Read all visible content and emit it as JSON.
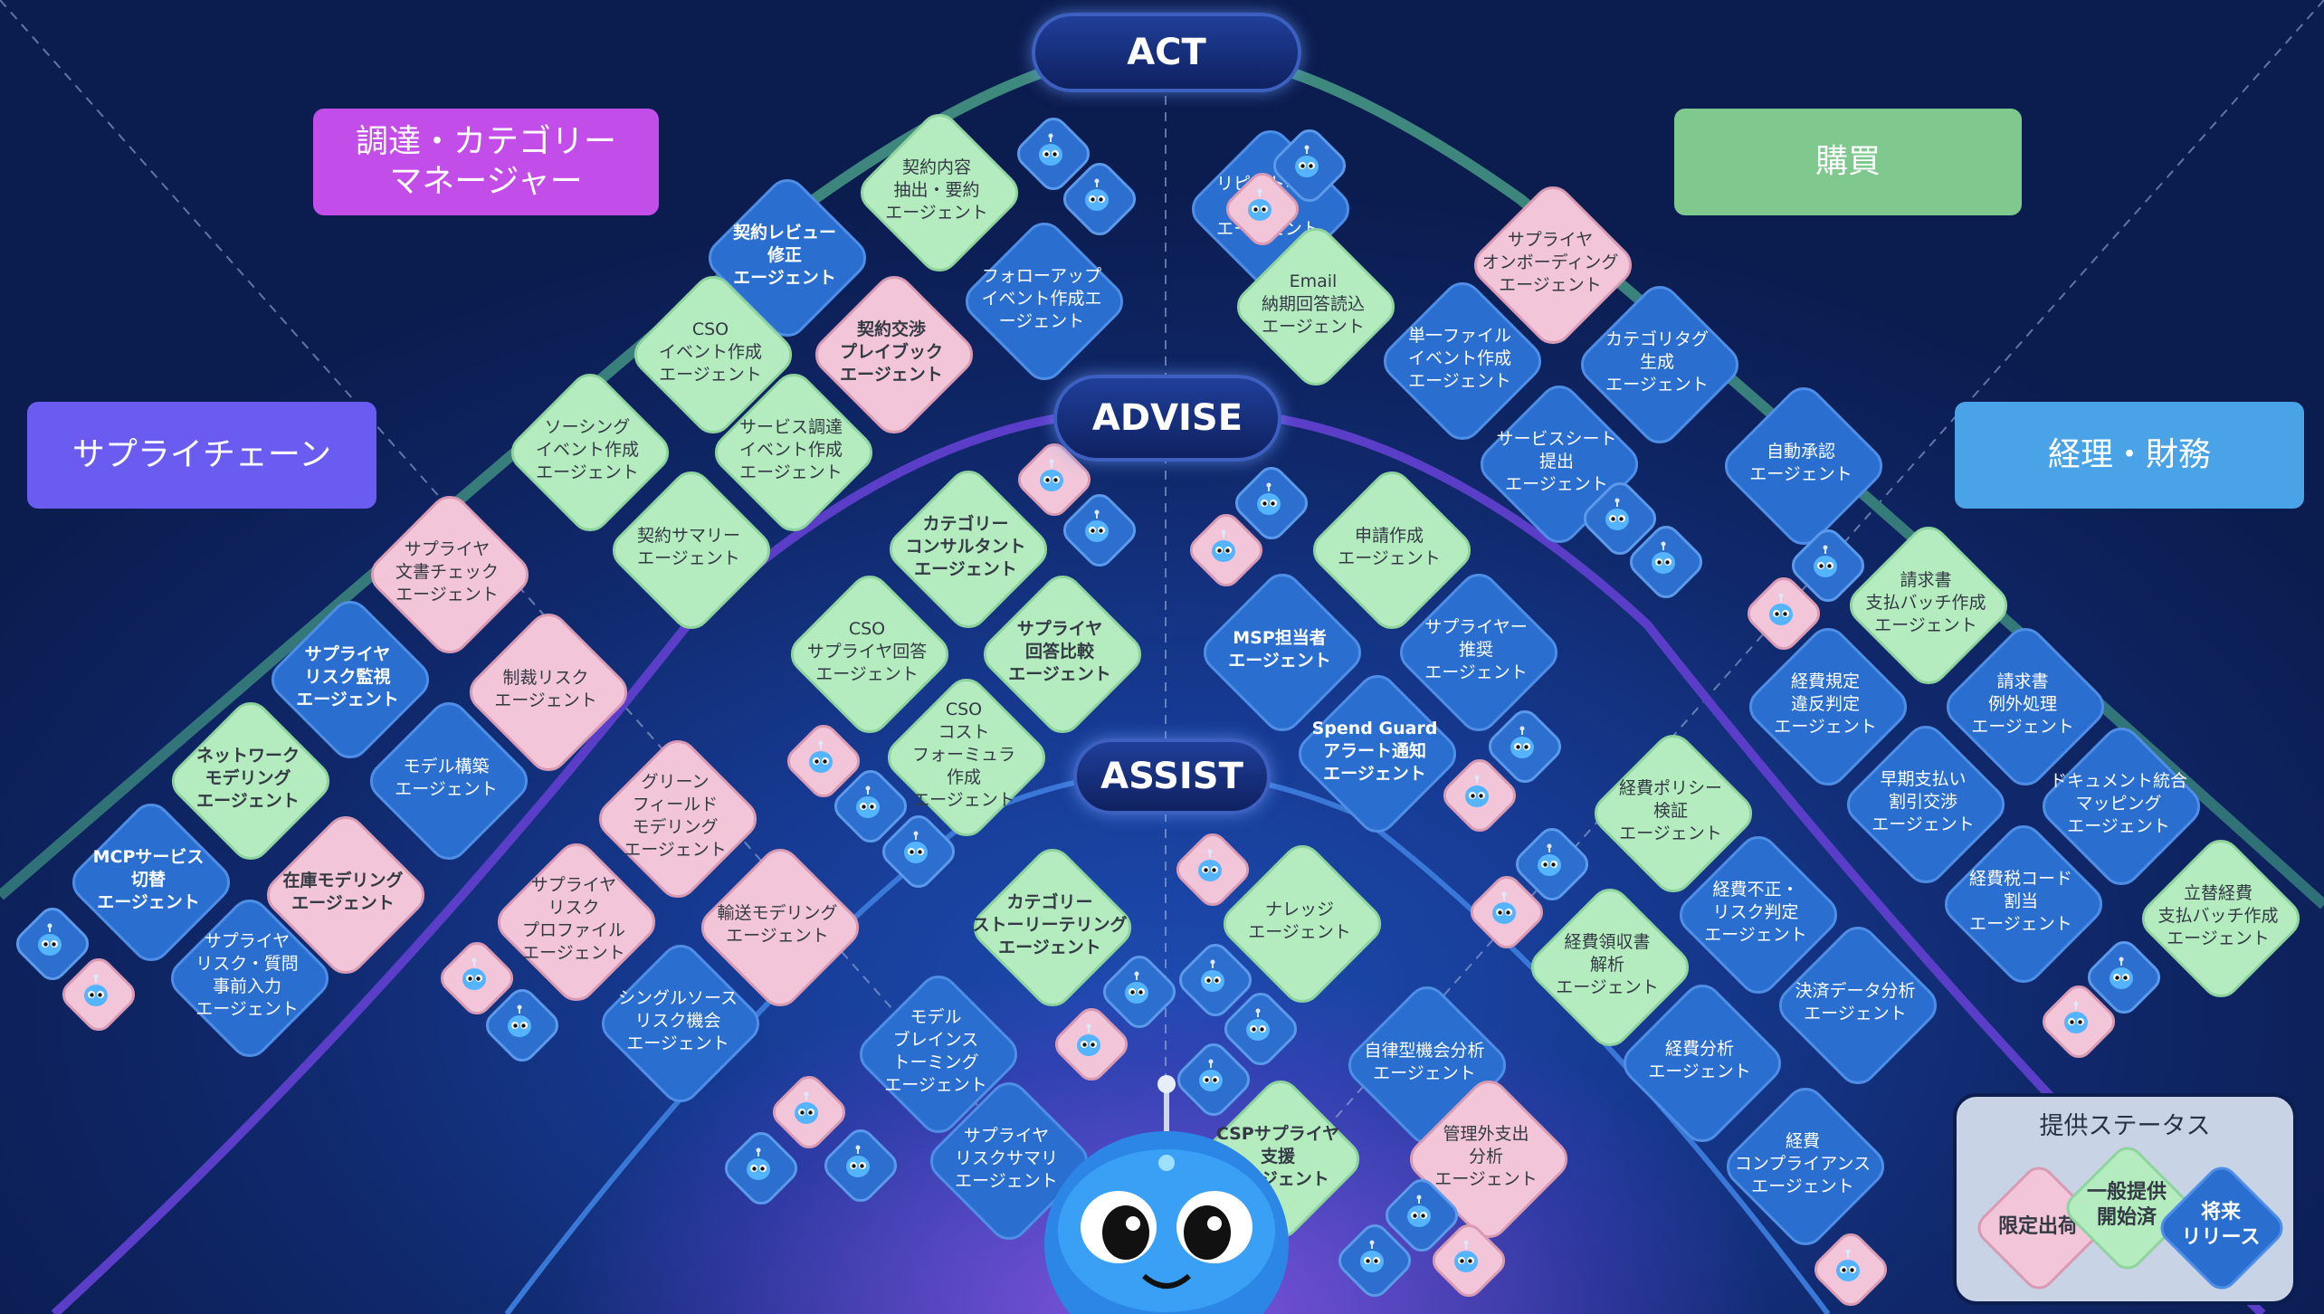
{
  "tiers": {
    "act": "ACT",
    "advise": "ADVISE",
    "assist": "ASSIST"
  },
  "categories": {
    "procurement_category_manager": "調達・カテゴリー\nマネージャー",
    "purchasing": "購買",
    "supply_chain": "サプライチェーン",
    "finance_accounting": "経理・財務"
  },
  "colors": {
    "limited_release": "#f2c6d8",
    "general_availability": "#b4ecc0",
    "future_release": "#2a6fd0",
    "category_procurement": "#c34de8",
    "category_purchasing": "#7fc98f",
    "category_supply_chain": "#6a5cf0",
    "category_finance": "#4aa3e6"
  },
  "legend": {
    "title": "提供ステータス",
    "limited": "限定出荷",
    "general": "一般提供\n開始済",
    "future": "将来\nリリース"
  },
  "agents": [
    {
      "name": "契約内容\n抽出・要約\nエージェント",
      "status": "green"
    },
    {
      "name": "契約レビュー\n修正\nエージェント",
      "status": "blue"
    },
    {
      "name": "フォローアップ\nイベント作成エ\nージェント",
      "status": "blue"
    },
    {
      "name": "CSO\nイベント作成\nエージェント",
      "status": "green"
    },
    {
      "name": "契約交渉\nプレイブック\nエージェント",
      "status": "pink"
    },
    {
      "name": "ソーシング\nイベント作成\nエージェント",
      "status": "green"
    },
    {
      "name": "サービス調達\nイベント作成\nエージェント",
      "status": "green"
    },
    {
      "name": "契約サマリー\nエージェント",
      "status": "green"
    },
    {
      "name": "リピート申請\n作成\nエージェント",
      "status": "blue"
    },
    {
      "name": "Email\n納期回答読込\nエージェント",
      "status": "green"
    },
    {
      "name": "サプライヤ\nオンボーディング\nエージェント",
      "status": "pink"
    },
    {
      "name": "単一ファイル\nイベント作成\nエージェント",
      "status": "blue"
    },
    {
      "name": "カテゴリタグ\n生成\nエージェント",
      "status": "blue"
    },
    {
      "name": "サービスシート\n提出\nエージェント",
      "status": "blue"
    },
    {
      "name": "自動承認\nエージェント",
      "status": "blue"
    },
    {
      "name": "カテゴリー\nコンサルタント\nエージェント",
      "status": "green"
    },
    {
      "name": "CSO\nサプライヤ回答\nエージェント",
      "status": "green"
    },
    {
      "name": "サプライヤ\n回答比較\nエージェント",
      "status": "green"
    },
    {
      "name": "CSO\nコスト\nフォーミュラ\n作成\nエージェント",
      "status": "green"
    },
    {
      "name": "申請作成\nエージェント",
      "status": "green"
    },
    {
      "name": "MSP担当者\nエージェント",
      "status": "blue"
    },
    {
      "name": "サプライヤー\n推奨\nエージェント",
      "status": "blue"
    },
    {
      "name": "Spend Guard\nアラート通知\nエージェント",
      "status": "blue"
    },
    {
      "name": "サプライヤ\n文書チェック\nエージェント",
      "status": "pink"
    },
    {
      "name": "サプライヤ\nリスク監視\nエージェント",
      "status": "blue"
    },
    {
      "name": "制裁リスク\nエージェント",
      "status": "pink"
    },
    {
      "name": "ネットワーク\nモデリング\nエージェント",
      "status": "green"
    },
    {
      "name": "モデル構築\nエージェント",
      "status": "blue"
    },
    {
      "name": "MCPサービス\n切替\nエージェント",
      "status": "blue"
    },
    {
      "name": "在庫モデリング\nエージェント",
      "status": "pink"
    },
    {
      "name": "サプライヤ\nリスク・質問\n事前入力\nエージェント",
      "status": "blue"
    },
    {
      "name": "グリーン\nフィールド\nモデリング\nエージェント",
      "status": "pink"
    },
    {
      "name": "サプライヤ\nリスク\nプロファイル\nエージェント",
      "status": "pink"
    },
    {
      "name": "輸送モデリング\nエージェント",
      "status": "pink"
    },
    {
      "name": "シングルソース\nリスク機会\nエージェント",
      "status": "blue"
    },
    {
      "name": "請求書\n支払バッチ作成\nエージェント",
      "status": "green"
    },
    {
      "name": "経費規定\n違反判定\nエージェント",
      "status": "blue"
    },
    {
      "name": "請求書\n例外処理\nエージェント",
      "status": "blue"
    },
    {
      "name": "早期支払い\n割引交渉\nエージェント",
      "status": "blue"
    },
    {
      "name": "ドキュメント統合\nマッピング\nエージェント",
      "status": "blue"
    },
    {
      "name": "経費税コード\n割当\nエージェント",
      "status": "blue"
    },
    {
      "name": "立替経費\n支払バッチ作成\nエージェント",
      "status": "green"
    },
    {
      "name": "経費ポリシー\n検証\nエージェント",
      "status": "green"
    },
    {
      "name": "経費不正・\nリスク判定\nエージェント",
      "status": "blue"
    },
    {
      "name": "経費領収書\n解析\nエージェント",
      "status": "green"
    },
    {
      "name": "決済データ分析\nエージェント",
      "status": "blue"
    },
    {
      "name": "経費分析\nエージェント",
      "status": "blue"
    },
    {
      "name": "経費\nコンプライアンス\nエージェント",
      "status": "blue"
    },
    {
      "name": "カテゴリー\nストーリーテリング\nエージェント",
      "status": "green"
    },
    {
      "name": "ナレッジ\nエージェント",
      "status": "green"
    },
    {
      "name": "モデル\nブレインス\nトーミング\nエージェント",
      "status": "blue"
    },
    {
      "name": "サプライヤ\nリスクサマリ\nエージェント",
      "status": "blue"
    },
    {
      "name": "自律型機会分析\nエージェント",
      "status": "blue"
    },
    {
      "name": "CSPサプライヤ\n支援\nエージェント",
      "status": "green"
    },
    {
      "name": "管理外支出\n分析\nエージェント",
      "status": "pink"
    }
  ]
}
